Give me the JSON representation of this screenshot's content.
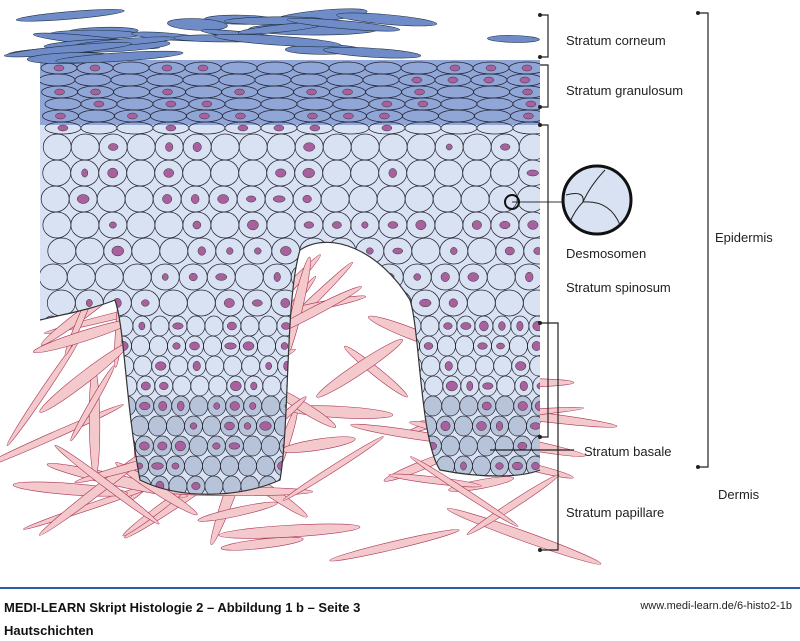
{
  "labels": {
    "corneum": "Stratum corneum",
    "granulosum": "Stratum granulosum",
    "desmosomen": "Desmosomen",
    "spinosum": "Stratum spinosum",
    "basale": "Stratum basale",
    "papillare": "Stratum papillare",
    "epidermis": "Epidermis",
    "dermis": "Dermis"
  },
  "footer": {
    "title": "MEDI-LEARN Skript Histologie 2 – Abbildung 1 b – Seite 3",
    "subtitle": "Hautschichten",
    "url": "www.medi-learn.de/6-histo2-1b"
  },
  "colors": {
    "corneum": "#6f8cc8",
    "granulosum": "#8fa6d6",
    "spinosum": "#d8e2f2",
    "basale": "#b7c3d8",
    "nucleus": "#a8609e",
    "dermis": "#f3c9cc",
    "accent": "#2a5ea8"
  }
}
